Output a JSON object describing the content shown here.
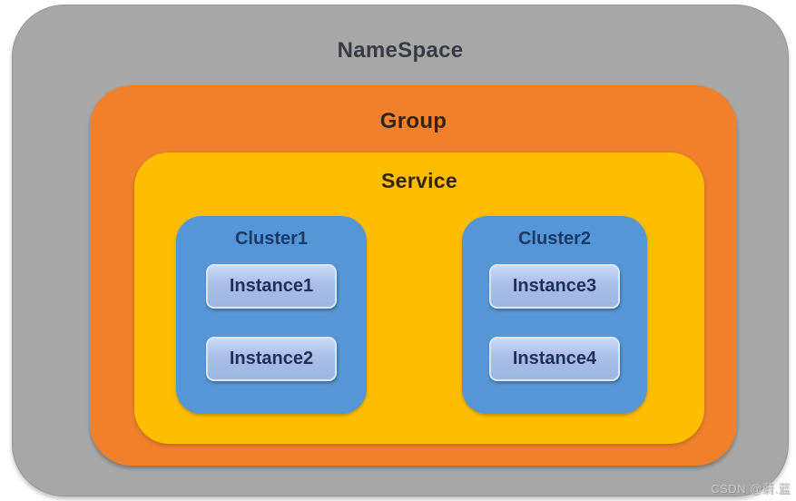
{
  "diagram": {
    "namespace": {
      "label": "NameSpace",
      "color": "#a7a7a7"
    },
    "group": {
      "label": "Group",
      "color": "#f0802c"
    },
    "service": {
      "label": "Service",
      "color": "#ffbd00"
    },
    "clusters": [
      {
        "label": "Cluster1",
        "color": "#5496d7",
        "instances": [
          {
            "label": "Instance1"
          },
          {
            "label": "Instance2"
          }
        ]
      },
      {
        "label": "Cluster2",
        "color": "#5496d7",
        "instances": [
          {
            "label": "Instance3"
          },
          {
            "label": "Instance4"
          }
        ]
      }
    ],
    "instance_color": "#a9bee8",
    "instance_text_color": "#20305a"
  },
  "watermark": {
    "text": "CSDN @蔚.蓝",
    "color": "#cbcbcb"
  }
}
